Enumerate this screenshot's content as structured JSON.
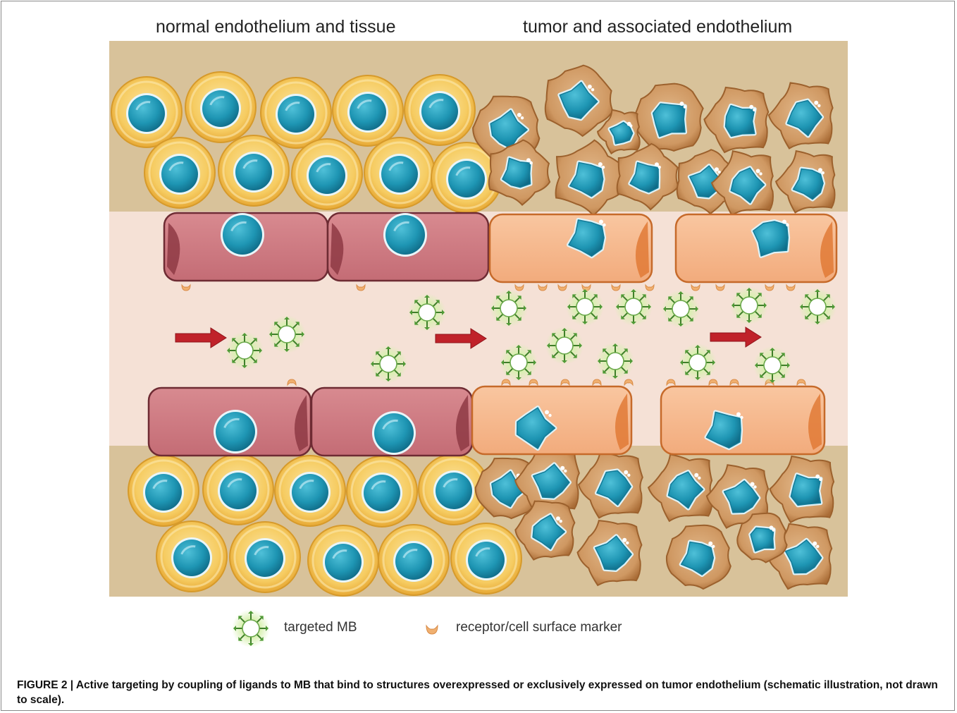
{
  "headings": {
    "left": "normal endothelium and tissue",
    "right": "tumor and associated endothelium"
  },
  "legend": {
    "targeted_mb": "targeted MB",
    "receptor": "receptor/cell surface marker"
  },
  "caption": "FIGURE 2 | Active targeting by coupling of ligands to MB that bind to structures overexpressed or exclusively expressed on tumor endothelium (schematic illustration, not drawn to scale).",
  "colors": {
    "tissue_background": "#d8c29a",
    "vessel_lumen": "#f5e1d6",
    "normal_cell": "#f2c04f",
    "normal_endothelium": "#c9707a",
    "tumor_cell": "#c98c55",
    "tumor_endothelium": "#f5b58a",
    "nucleus": "#1d94b3",
    "microbubble_glow": "#c6e79a",
    "flow_arrow": "#c0222a",
    "receptor": "#f0b070"
  }
}
